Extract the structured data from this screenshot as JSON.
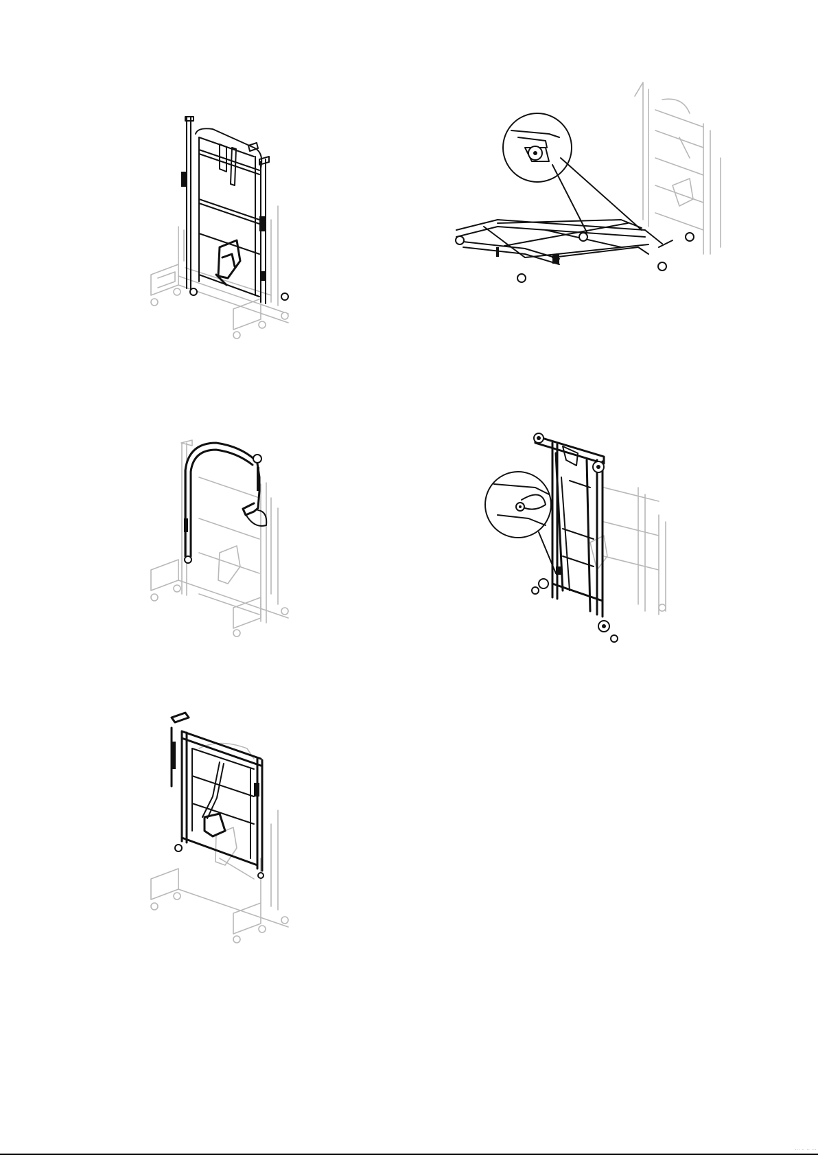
{
  "page": {
    "footer_code": "··· ·· ·· ···"
  },
  "figures": [
    {
      "id": 1,
      "description_icon": "folded-bed-frame-with-backrest-icon"
    },
    {
      "id": 2,
      "description_icon": "bed-base-unfolded-with-castor-detail-icon"
    },
    {
      "id": 3,
      "description_icon": "bed-with-lifting-pole-and-handle-icon"
    },
    {
      "id": 4,
      "description_icon": "folded-bed-with-locking-pin-detail-icon"
    },
    {
      "id": 5,
      "description_icon": "folded-bed-frame-with-strap-icon"
    }
  ]
}
